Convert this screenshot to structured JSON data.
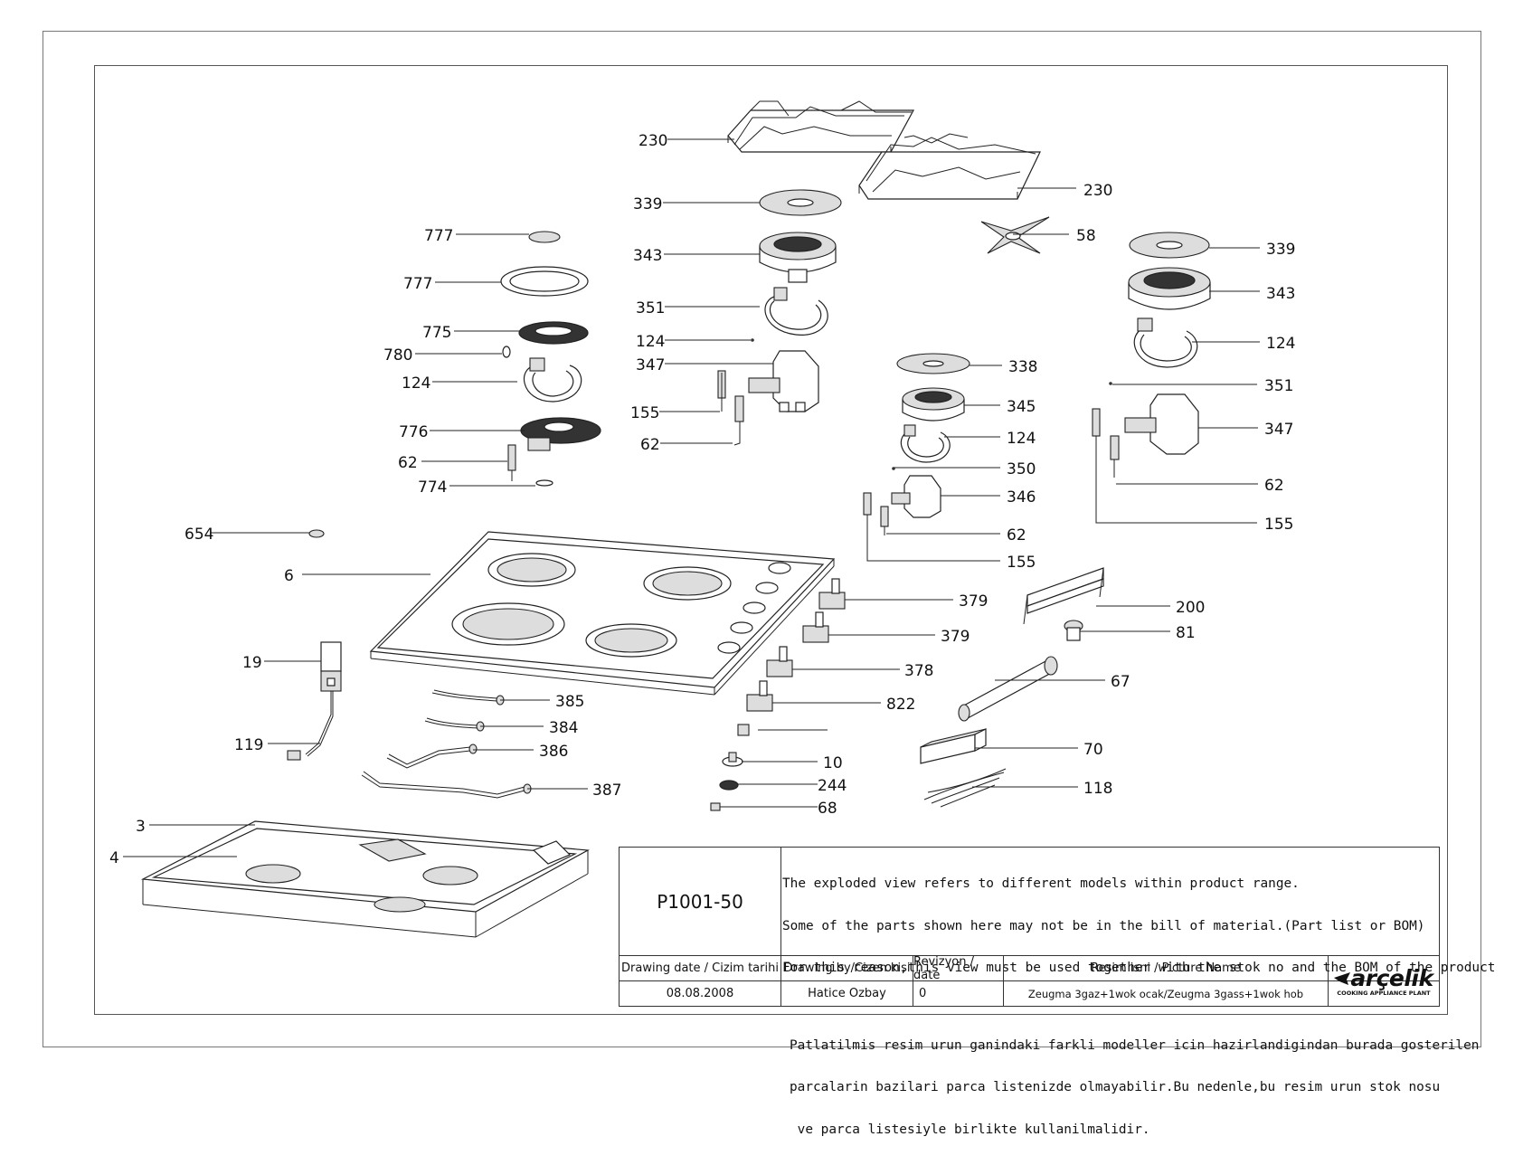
{
  "callouts": [
    {
      "id": "c230a",
      "text": "230"
    },
    {
      "id": "c230b",
      "text": "230"
    },
    {
      "id": "c339a",
      "text": "339"
    },
    {
      "id": "c58",
      "text": "58"
    },
    {
      "id": "c777a",
      "text": "777"
    },
    {
      "id": "c777b",
      "text": "777"
    },
    {
      "id": "c343a",
      "text": "343"
    },
    {
      "id": "c339b",
      "text": "339"
    },
    {
      "id": "c343b",
      "text": "343"
    },
    {
      "id": "c775",
      "text": "775"
    },
    {
      "id": "c780",
      "text": "780"
    },
    {
      "id": "c124a",
      "text": "124"
    },
    {
      "id": "c351a",
      "text": "351"
    },
    {
      "id": "c124b",
      "text": "124"
    },
    {
      "id": "c124c",
      "text": "124"
    },
    {
      "id": "c347a",
      "text": "347"
    },
    {
      "id": "c338",
      "text": "338"
    },
    {
      "id": "c351b",
      "text": "351"
    },
    {
      "id": "c155a",
      "text": "155"
    },
    {
      "id": "c345",
      "text": "345"
    },
    {
      "id": "c776",
      "text": "776"
    },
    {
      "id": "c347b",
      "text": "347"
    },
    {
      "id": "c124d",
      "text": "124"
    },
    {
      "id": "c62a",
      "text": "62"
    },
    {
      "id": "c62b",
      "text": "62"
    },
    {
      "id": "c350",
      "text": "350"
    },
    {
      "id": "c774",
      "text": "774"
    },
    {
      "id": "c62c",
      "text": "62"
    },
    {
      "id": "c346",
      "text": "346"
    },
    {
      "id": "c155b",
      "text": "155"
    },
    {
      "id": "c654",
      "text": "654"
    },
    {
      "id": "c62d",
      "text": "62"
    },
    {
      "id": "c155c",
      "text": "155"
    },
    {
      "id": "c6",
      "text": "6"
    },
    {
      "id": "c379a",
      "text": "379"
    },
    {
      "id": "c200",
      "text": "200"
    },
    {
      "id": "c81",
      "text": "81"
    },
    {
      "id": "c379b",
      "text": "379"
    },
    {
      "id": "c19",
      "text": "19"
    },
    {
      "id": "c378",
      "text": "378"
    },
    {
      "id": "c67",
      "text": "67"
    },
    {
      "id": "c385",
      "text": "385"
    },
    {
      "id": "c822",
      "text": "822"
    },
    {
      "id": "c384",
      "text": "384"
    },
    {
      "id": "c119",
      "text": "119"
    },
    {
      "id": "c386",
      "text": "386"
    },
    {
      "id": "c70",
      "text": "70"
    },
    {
      "id": "c10",
      "text": "10"
    },
    {
      "id": "c244",
      "text": "244"
    },
    {
      "id": "c387",
      "text": "387"
    },
    {
      "id": "c118",
      "text": "118"
    },
    {
      "id": "c68",
      "text": "68"
    },
    {
      "id": "c3",
      "text": "3"
    },
    {
      "id": "c4",
      "text": "4"
    }
  ],
  "title_block": {
    "drawing_code": "P1001-50",
    "notes_en": [
      "The exploded view refers to different models within product range.",
      "Some of the parts shown here may not be in the bill of material.(Part list or BOM)",
      "For this reason,this view must be used together with the stok no and the BOM of the product"
    ],
    "notes_tr": [
      "Patlatilmis resim urun ganindaki farkli modeller icin hazirlandigindan burada gosterilen",
      "parcalarin bazilari parca listenizde olmayabilir.Bu nedenle,bu resim urun stok nosu",
      " ve parca listesiyle birlikte kullanilmalidir."
    ],
    "headers": {
      "drawing_date": "Drawing date / Cizim tarihi",
      "drawing_by": "Drawing by/Cizen kisi",
      "revision": "Revizyon / date",
      "picture_name": "Resim isni / Picture Name"
    },
    "values": {
      "drawing_date": "08.08.2008",
      "drawing_by": "Hatice Ozbay",
      "revision": "0",
      "picture_name": "Zeugma 3gaz+1wok ocak/Zeugma 3gass+1wok hob"
    },
    "logo": {
      "name": "arçelik",
      "subtitle": "COOKING APPLIANCE PLANT"
    }
  }
}
